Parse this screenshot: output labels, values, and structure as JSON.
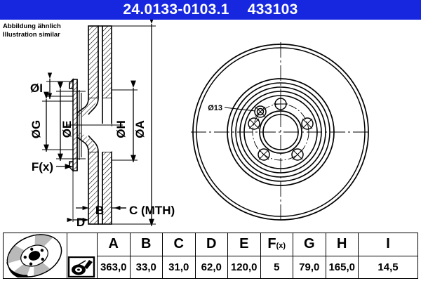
{
  "header": {
    "part_number": "24.0133-0103.1",
    "reference_number": "433103",
    "background_color": "#1727e0",
    "text_color": "#ffffff"
  },
  "note": {
    "line_de": "Abbildung ähnlich",
    "line_en": "Illustration similar"
  },
  "drawing": {
    "section_view": {
      "dimension_labels": {
        "diameter_i": "ØI",
        "diameter_g": "ØG",
        "diameter_e": "ØE",
        "diameter_h": "ØH",
        "diameter_a": "ØA",
        "force_points": "F(x)",
        "width_b": "B",
        "width_c": "C (MTH)",
        "width_d": "D"
      }
    },
    "face_view": {
      "hole_callout": "Ø13",
      "bolt_hole_count": 5
    }
  },
  "table": {
    "columns": [
      "A",
      "B",
      "C",
      "D",
      "E",
      "F(x)",
      "G",
      "H",
      "I"
    ],
    "values": [
      "363,0",
      "33,0",
      "31,0",
      "62,0",
      "120,0",
      "5",
      "79,0",
      "165,0",
      "14,5"
    ],
    "fx_label_main": "F",
    "fx_label_sub": "(x)",
    "thumbnails": {
      "disc_3d": "brake-disc-perspective-thumbnail",
      "measure_icon": "disc-measurement-icon"
    }
  }
}
